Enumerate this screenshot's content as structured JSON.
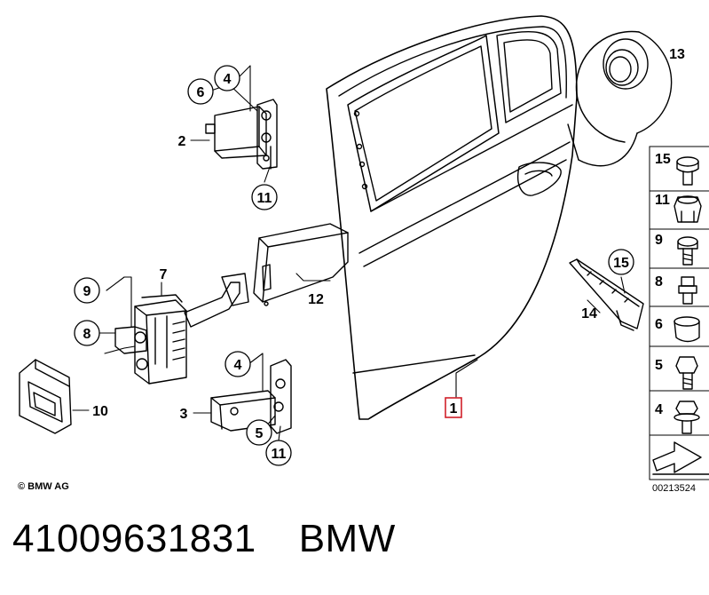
{
  "callouts": {
    "c1": "1",
    "c2": "2",
    "c3": "3",
    "c4a": "4",
    "c4b": "4",
    "c5": "5",
    "c6": "6",
    "c7": "7",
    "c8": "8",
    "c9": "9",
    "c10": "10",
    "c11a": "11",
    "c11b": "11",
    "c12": "12",
    "c13": "13",
    "c14": "14",
    "c15": "15"
  },
  "legend": [
    "15",
    "11",
    "9",
    "8",
    "6",
    "5",
    "4"
  ],
  "copyright": "© BMW AG",
  "doc_number": "00213524",
  "caption": {
    "part_number": "41009631831",
    "brand": "BMW"
  },
  "highlight_color": "#d0202a"
}
